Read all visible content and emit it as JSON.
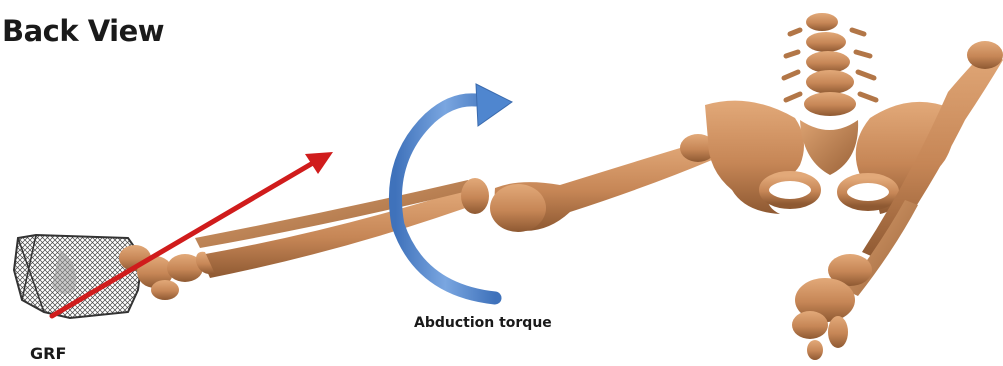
{
  "title": "Back View",
  "labels": {
    "torque": "Abduction torque",
    "grf": "GRF"
  },
  "colors": {
    "bone": "#c98b5a",
    "bone_dark": "#8f5a33",
    "bone_light": "#e0a878",
    "grf_arrow": "#d01c1c",
    "torque_arrow": "#4f86cf",
    "foot_outline": "#333333"
  }
}
